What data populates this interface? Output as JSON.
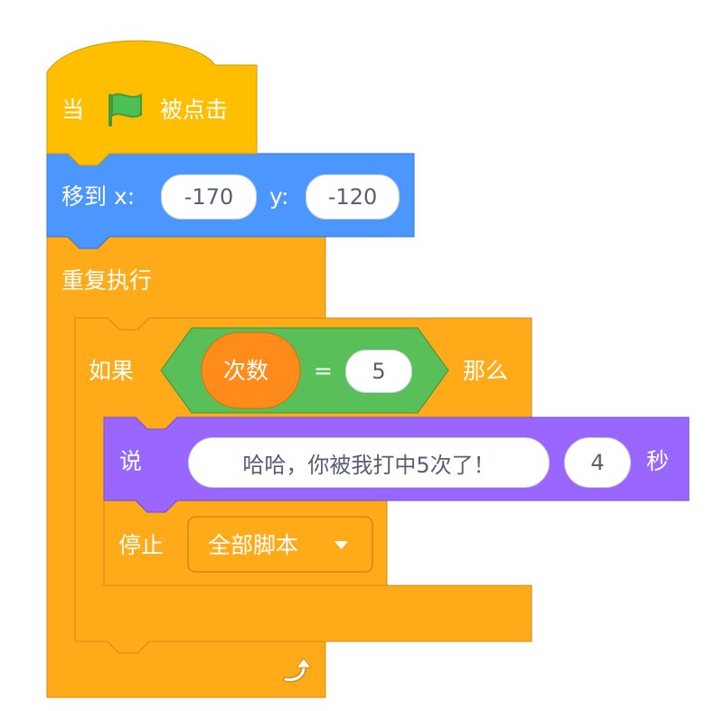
{
  "colors": {
    "events": "#ffbf00",
    "motion": "#4c97ff",
    "control": "#ffab19",
    "operators": "#59c059",
    "variable": "#ff8c1a",
    "looks": "#9966ff",
    "flag": "#4cbf56"
  },
  "script": {
    "hat": {
      "prefix": "当",
      "icon": "green-flag-icon",
      "suffix": "被点击"
    },
    "move": {
      "label": "移到 x:",
      "x_value": "-170",
      "y_label": "y:",
      "y_value": "-120"
    },
    "forever": {
      "label": "重复执行",
      "icon": "loop-arrow-icon"
    },
    "if": {
      "label": "如果",
      "then_label": "那么",
      "condition": {
        "variable": "次数",
        "operator": "=",
        "value": "5"
      }
    },
    "say": {
      "label": "说",
      "message": "哈哈，你被我打中5次了！",
      "seconds": "4",
      "seconds_label": "秒"
    },
    "stop": {
      "label": "停止",
      "option": "全部脚本",
      "dropdown_icon": "caret-down-icon"
    }
  }
}
